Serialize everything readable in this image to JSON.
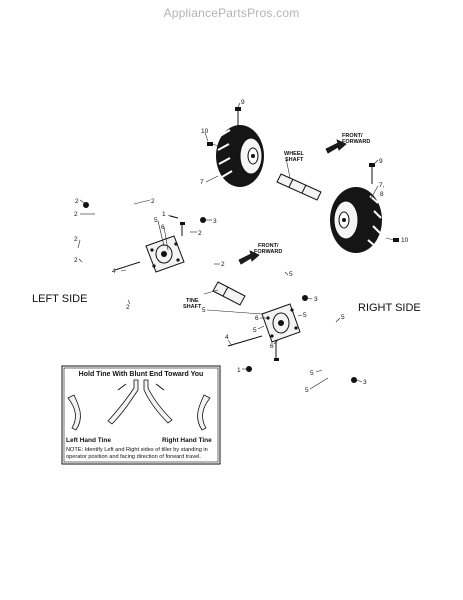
{
  "watermark": "AppliancePartsPros.com",
  "labels": {
    "left_side": "LEFT SIDE",
    "right_side": "RIGHT SIDE",
    "front_forward_top_1": "FRONT/",
    "front_forward_top_2": "FORWARD",
    "front_forward_mid_1": "FRONT/",
    "front_forward_mid_2": "FORWARD",
    "wheel_shaft_1": "WHEEL",
    "wheel_shaft_2": "SHAFT",
    "tine_shaft_1": "TINE",
    "tine_shaft_2": "SHAFT"
  },
  "part_numbers": {
    "p9a": "9",
    "p10a": "10",
    "p7a": "7",
    "p9b": "9",
    "p7b": "7,",
    "p8b": "8",
    "p10b": "10",
    "l2a": "2",
    "l2b": "2",
    "l2c": "2",
    "l2d": "2",
    "l2e": "2",
    "l2f": "2",
    "l2g": "2",
    "l3a": "3",
    "l1a": "1",
    "l5a": "5",
    "l6a": "6",
    "l4a": "4",
    "r5a": "5",
    "r3a": "3",
    "r5b": "5",
    "r6a": "6",
    "r4a": "4",
    "r5c": "5",
    "r5d": "5",
    "r1a": "1",
    "r3b": "3",
    "r5e": "5",
    "r5f": "5"
  },
  "info_box": {
    "title": "Hold Tine With Blunt End Toward You",
    "left_caption": "Left Hand Tine",
    "right_caption": "Right Hand Tine",
    "note_line1": "NOTE: Identify Left and Right sides of tiller by standing in",
    "note_line2": "operator position and facing direction of forward travel."
  }
}
